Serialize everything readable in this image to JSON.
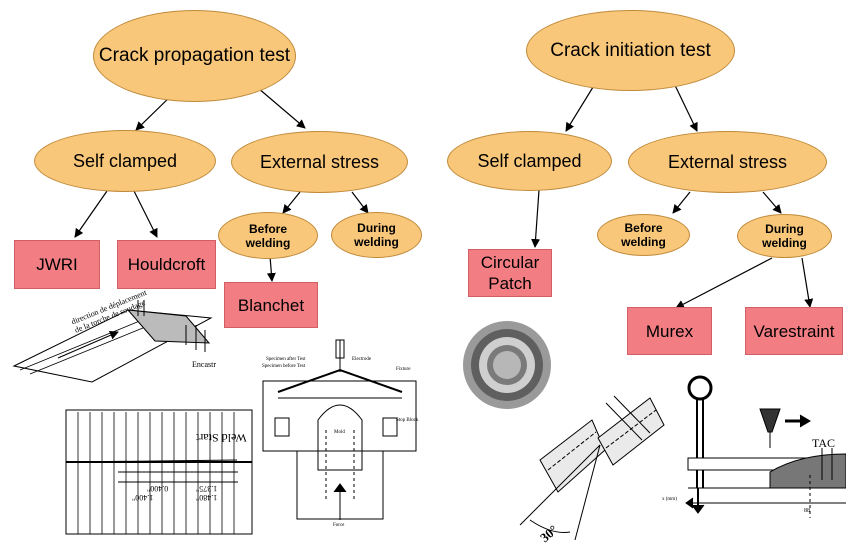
{
  "colors": {
    "node_fill": "#F8C77A",
    "node_stroke": "#C08A3A",
    "box_fill": "#F27E83",
    "box_stroke": "#D06066",
    "line": "#000000"
  },
  "left_tree": {
    "root": "Crack propagation test",
    "self_clamped": "Self clamped",
    "external_stress": "External stress",
    "before_welding": "Before\nwelding",
    "during_welding": "During\nwelding",
    "tests": {
      "jwri": "JWRI",
      "houldcroft": "Houldcroft",
      "blanchet": "Blanchet"
    }
  },
  "right_tree": {
    "root": "Crack initiation test",
    "self_clamped": "Self clamped",
    "external_stress": "External stress",
    "before_welding": "Before\nwelding",
    "during_welding": "During\nwelding",
    "tests": {
      "circular_patch": "Circular\nPatch",
      "murex": "Murex",
      "varestraint": "Varestraint"
    }
  },
  "figures": {
    "jwri_sketch": {
      "caption": "direction de déplacement\nde la torche de soudage",
      "label": "Encastr"
    },
    "houldcroft_drawing": {
      "title": "Weld Start",
      "dims": [
        "1.375\"",
        "1.480\"",
        "0.400\"",
        "1.400\""
      ]
    },
    "blanchet_drawing": {
      "labels": [
        "Specimen after Test",
        "Specimen before Test",
        "Electrode",
        "Fixture",
        "Stop Block",
        "Mold",
        "Force"
      ]
    },
    "varestraint_drawing": {
      "labels": [
        "TAC",
        "x (mm)",
        "88"
      ]
    },
    "circular_patch_angle": "30°"
  }
}
